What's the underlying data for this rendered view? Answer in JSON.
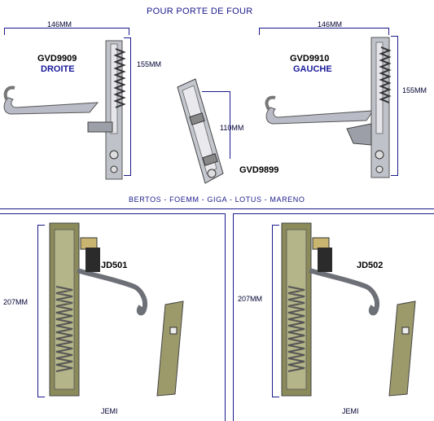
{
  "header": {
    "title": "POUR PORTE DE FOUR"
  },
  "products": {
    "gvd9909": {
      "width": "146MM",
      "height": "155MM",
      "code": "GVD9909",
      "side": "DROITE"
    },
    "gvd9899": {
      "height": "110MM",
      "code": "GVD9899"
    },
    "gvd9910": {
      "width": "146MM",
      "height": "155MM",
      "code": "GVD9910",
      "side": "GAUCHE"
    },
    "jd501": {
      "height": "207MM",
      "code": "JD501",
      "brand": "JEMI"
    },
    "jd502": {
      "height": "207MM",
      "code": "JD502",
      "brand": "JEMI"
    }
  },
  "compat": {
    "brands": "BERTOS - FOEMM - GIGA - LOTUS - MARENO"
  },
  "colors": {
    "accent": "#1a1a8c",
    "metal": "#b8b8c4",
    "spring": "#555555",
    "olive": "#8a8a5a"
  }
}
